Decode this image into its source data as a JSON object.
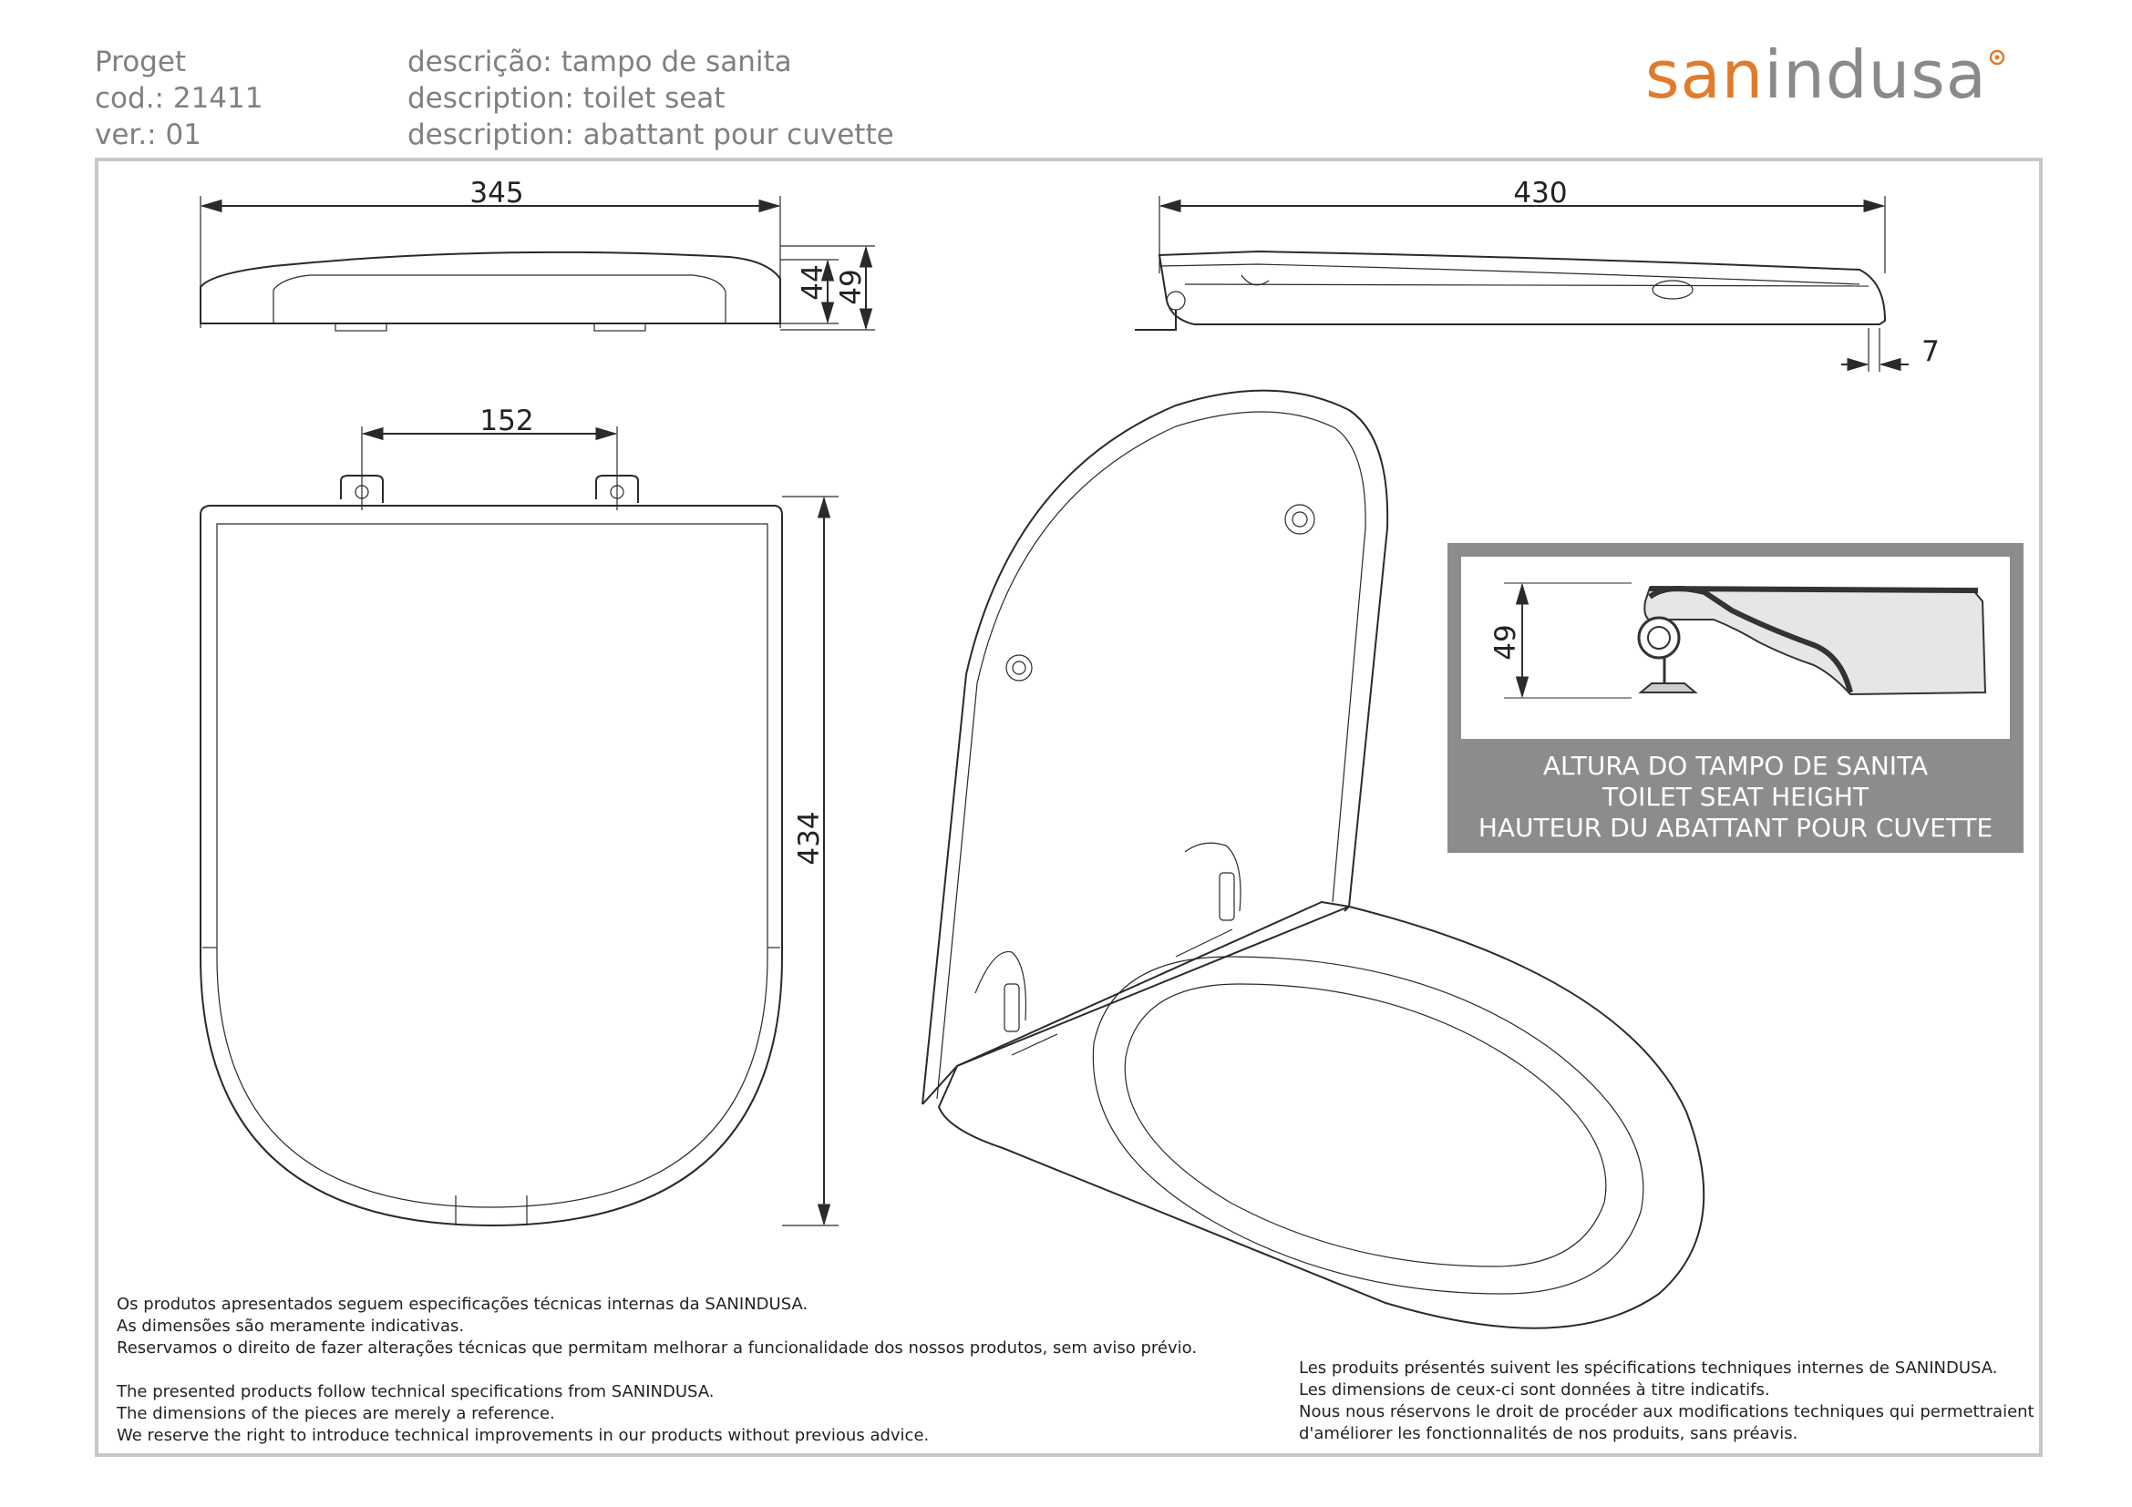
{
  "header": {
    "brand_line": "Proget",
    "code_line": "cod.: 21411",
    "version_line": "ver.: 01",
    "desc_pt": "descrição: tampo de sanita",
    "desc_en": "description: toilet seat",
    "desc_fr": "description: abattant pour cuvette"
  },
  "logo": {
    "part1": "san",
    "part2": "indusa",
    "accent_color": "#e07b2c",
    "gray_color": "#8a8a8a"
  },
  "dimensions": {
    "front_width": "345",
    "front_height_a": "44",
    "front_height_b": "49",
    "side_length": "430",
    "side_offset": "7",
    "hinge_spacing": "152",
    "top_length": "434",
    "detail_height": "49"
  },
  "detail_box": {
    "caption_pt": "ALTURA DO TAMPO DE SANITA",
    "caption_en": "TOILET SEAT HEIGHT",
    "caption_fr": "HAUTEUR DU ABATTANT POUR CUVETTE"
  },
  "notes": {
    "pt": [
      "Os produtos apresentados seguem especificações técnicas internas da SANINDUSA.",
      "As dimensões são meramente indicativas.",
      "Reservamos o direito de fazer alterações técnicas que permitam melhorar a funcionalidade dos nossos produtos, sem aviso prévio."
    ],
    "en": [
      "The presented products follow technical specifications from SANINDUSA.",
      "The dimensions of the pieces are merely a reference.",
      "We reserve the right to introduce technical improvements in our products without previous advice."
    ],
    "fr": [
      "Les produits présentés suivent les spécifications techniques internes de SANINDUSA.",
      "Les dimensions de ceux-ci sont données à titre indicatifs.",
      "Nous nous réservons le droit de procéder aux modifications techniques qui permettraient",
      "d'améliorer les fonctionnalités de nos produits, sans préavis."
    ]
  }
}
